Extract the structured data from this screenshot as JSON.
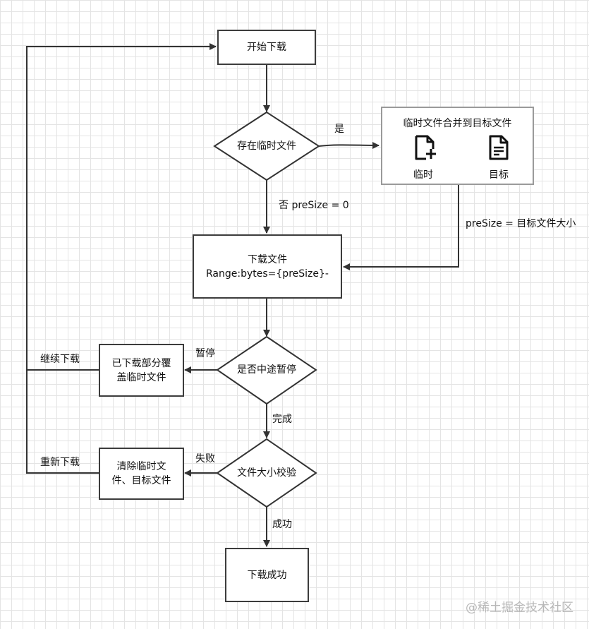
{
  "nodes": {
    "start": "开始下载",
    "has_temp": "存在临时文件",
    "download_line1": "下载文件",
    "download_line2": "Range:bytes={preSize}-",
    "paused_q": "是否中途暂停",
    "overwrite_line1": "已下载部分覆",
    "overwrite_line2": "盖临时文件",
    "verify": "文件大小校验",
    "clear_line1": "清除临时文",
    "clear_line2": "件、目标文件",
    "success": "下载成功",
    "merge_title": "临时文件合并到目标文件",
    "merge_temp": "临时",
    "merge_target": "目标"
  },
  "edges": {
    "yes": "是",
    "no_presize": "否 preSize = 0",
    "presize_target": "preSize = 目标文件大小",
    "pause": "暂停",
    "done": "完成",
    "fail": "失败",
    "success": "成功",
    "continue": "继续下载",
    "redownload": "重新下载"
  },
  "icons": [
    "file-add-icon",
    "file-text-icon"
  ],
  "watermark": "@稀土掘金技术社区"
}
